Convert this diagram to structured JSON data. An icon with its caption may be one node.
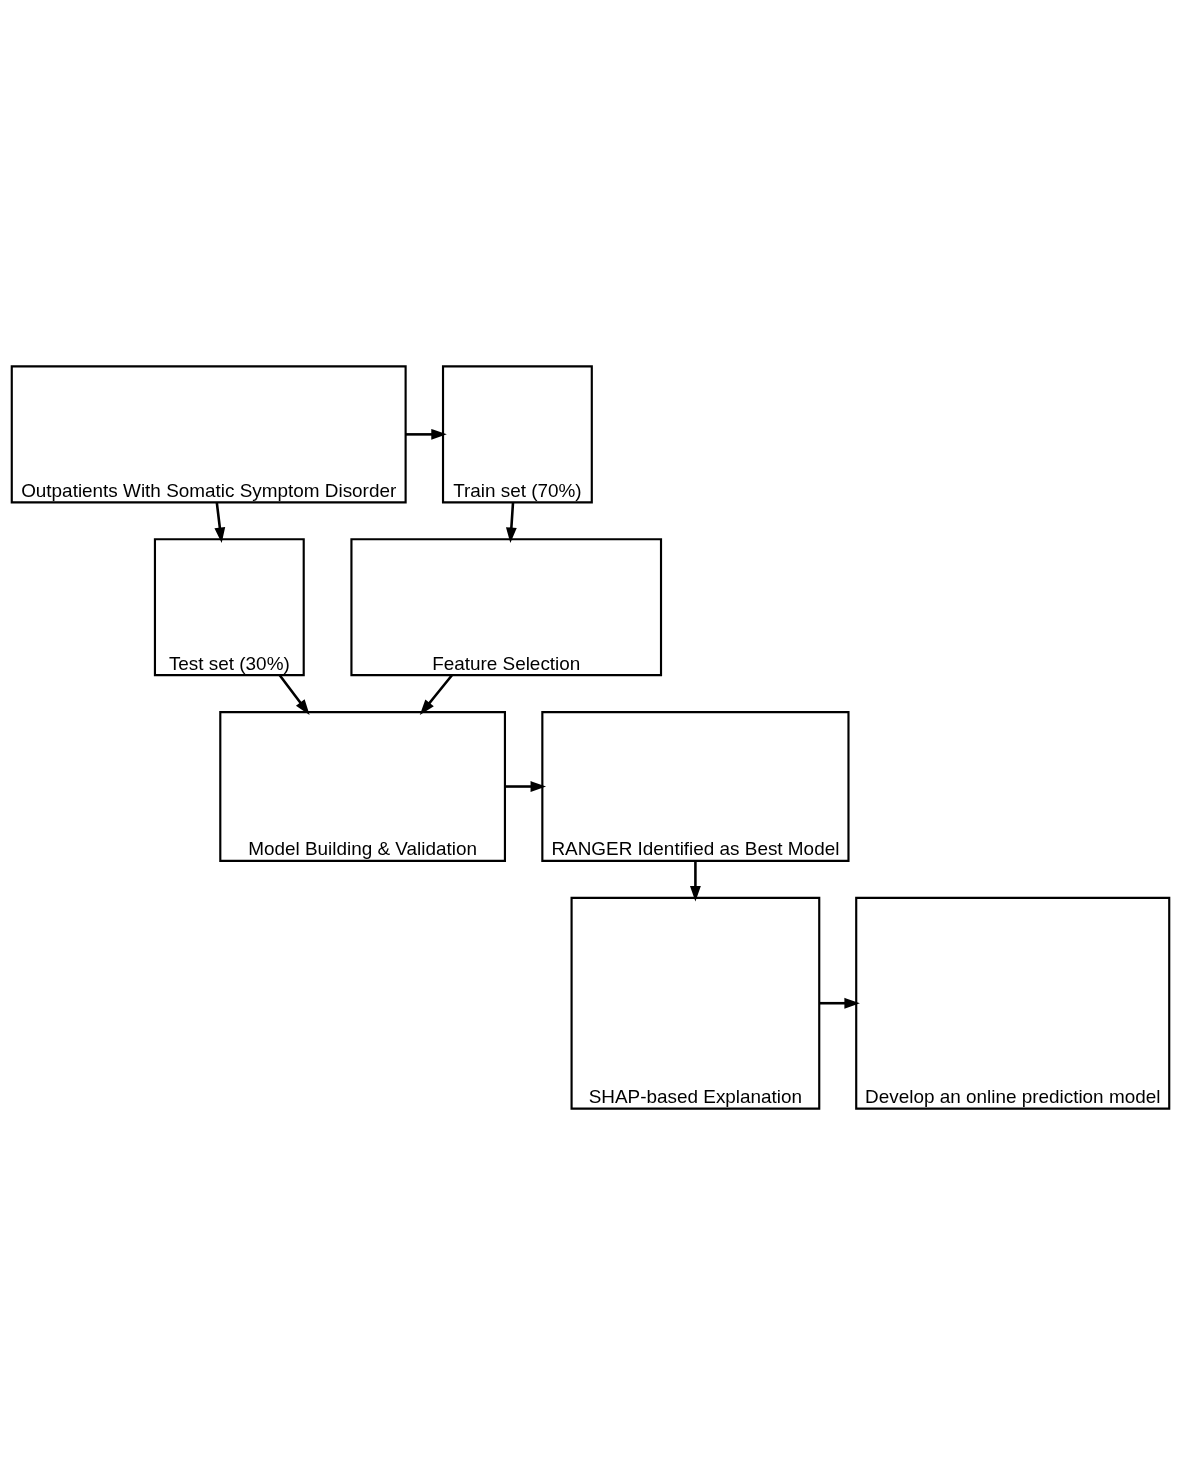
{
  "diagram": {
    "nodes": [
      {
        "text": [
          "Outpatients With Somatic Symptom Disorder"
        ]
      },
      {
        "text": [
          "Train set (70%)"
        ]
      },
      {
        "text": [
          "Test set (30%)"
        ]
      },
      {
        "text": [
          "Feature Selection"
        ]
      },
      {
        "text": [
          "Model Building & Validation"
        ]
      },
      {
        "text": [
          "RANGER Identified as Best Model"
        ]
      },
      {
        "text": [
          "SHAP-based Explanation"
        ]
      },
      {
        "text": [
          "Develop an online prediction model"
        ]
      }
    ],
    "edges": [
      {
        "from": 0,
        "to": 1,
        "arrow": "to"
      },
      {
        "from": 1,
        "to": 3,
        "arrow": "to"
      },
      {
        "from": 0,
        "to": 2,
        "arrow": "to"
      },
      {
        "from": 2,
        "to": 4,
        "arrow": "to"
      },
      {
        "from": 3,
        "to": 4,
        "arrow": "to"
      },
      {
        "from": 4,
        "to": 5,
        "arrow": "to"
      },
      {
        "from": 5,
        "to": 6,
        "arrow": "to"
      },
      {
        "from": 6,
        "to": 7,
        "arrow": "to"
      }
    ]
  }
}
